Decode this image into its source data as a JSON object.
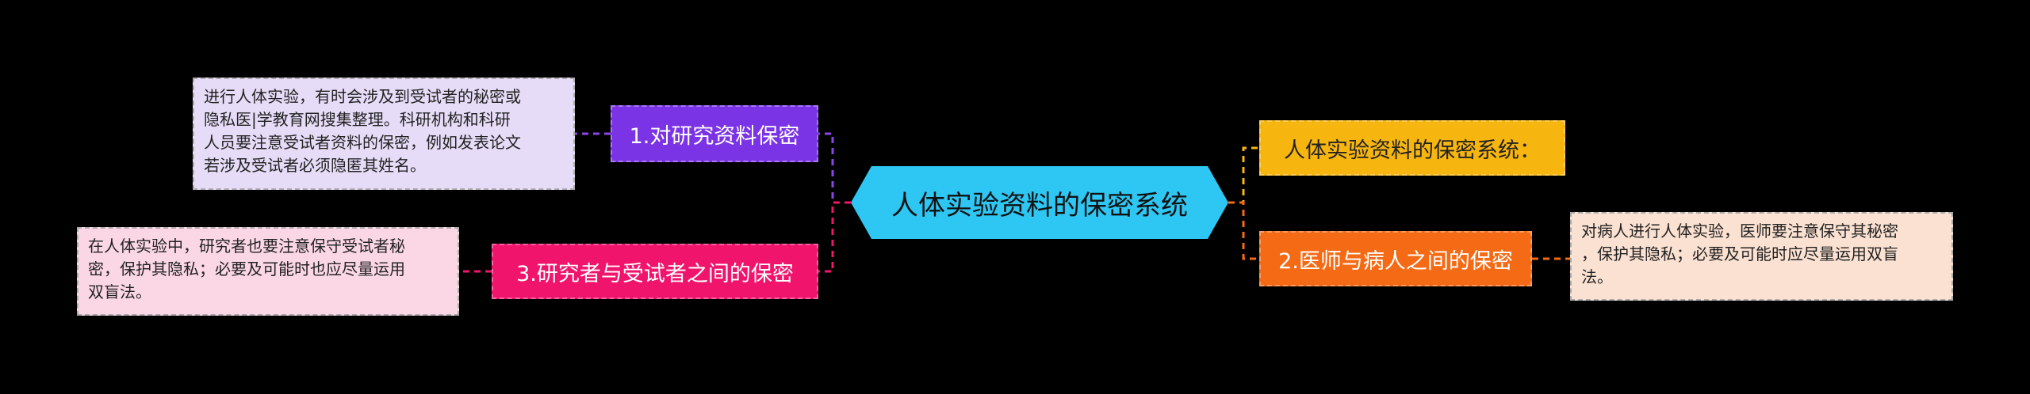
{
  "central": {
    "label": "人体实验资料的保密系统"
  },
  "branches": [
    {
      "label": "人体实验资料的保密系统：",
      "color": "#f7b50f"
    },
    {
      "label": "1.对研究资料保密",
      "color": "#7b33e6",
      "note": "进行人体实验，有时会涉及到受试者的秘密或\n隐私医|学教育网搜集整理。科研机构和科研\n人员要注意受试者资料的保密，例如发表论文\n若涉及受试者必须隐匿其姓名。"
    },
    {
      "label": "2.医师与病人之间的保密",
      "color": "#f56a14",
      "note": "对病人进行人体实验，医师要注意保守其秘密\n，保护其隐私；必要及可能时应尽量运用双盲\n法。"
    },
    {
      "label": "3.研究者与受试者之间的保密",
      "color": "#f0146c",
      "note": "在人体实验中，研究者也要注意保守受试者秘\n密，保护其隐私；必要及可能时也应尽量运用\n双盲法。"
    }
  ]
}
